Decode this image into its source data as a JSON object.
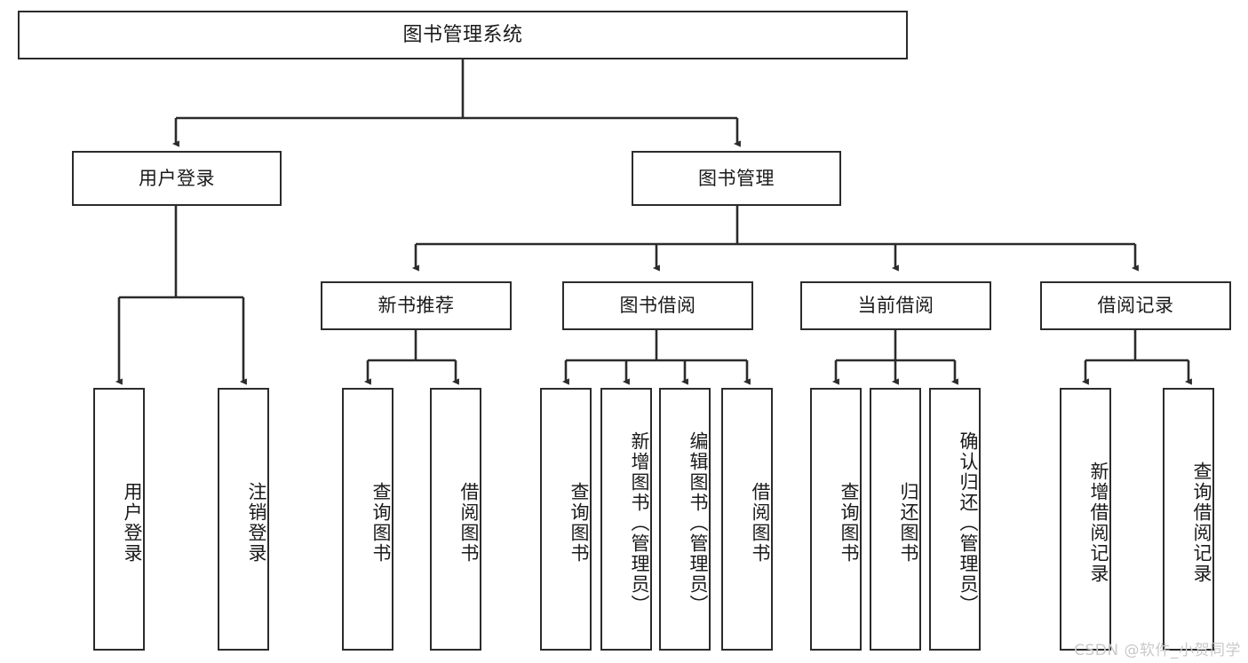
{
  "diagram": {
    "type": "hierarchy-tree",
    "root": {
      "label": "图书管理系统"
    },
    "level2": [
      {
        "label": "用户登录"
      },
      {
        "label": "图书管理"
      }
    ],
    "level3": [
      {
        "label": "新书推荐"
      },
      {
        "label": "图书借阅"
      },
      {
        "label": "当前借阅"
      },
      {
        "label": "借阅记录"
      }
    ],
    "leaves": {
      "user_login": [
        {
          "label": "用户登录"
        },
        {
          "label": "注销登录"
        }
      ],
      "new_book_recommend": [
        {
          "label": "查询图书"
        },
        {
          "label": "借阅图书"
        }
      ],
      "book_borrow": [
        {
          "label": "查询图书"
        },
        {
          "label": "新增图书（管理员）"
        },
        {
          "label": "编辑图书（管理员）"
        },
        {
          "label": "借阅图书"
        }
      ],
      "current_borrow": [
        {
          "label": "查询图书"
        },
        {
          "label": "归还图书"
        },
        {
          "label": "确认归还（管理员）"
        }
      ],
      "borrow_record": [
        {
          "label": "新增借阅记录"
        },
        {
          "label": "查询借阅记录"
        }
      ]
    }
  },
  "watermark": {
    "text": "CSDN @软件_小贺同学"
  },
  "colors": {
    "stroke": "#2b2b2b",
    "background": "#ffffff",
    "text": "#1a1a1a",
    "watermark": "#c9c9c9"
  }
}
